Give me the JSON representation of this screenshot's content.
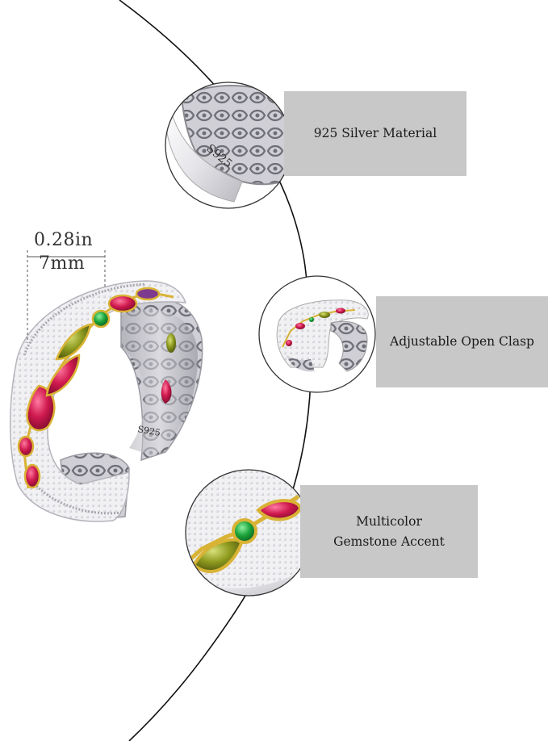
{
  "measurement": {
    "inches": "0.28in",
    "millimeters": "7mm"
  },
  "stamp": {
    "detail_top": "S925",
    "ring_inside": "S925"
  },
  "features": [
    {
      "text": "925 Silver Material"
    },
    {
      "text": "Adjustable Open Clasp"
    },
    {
      "line1": "Multicolor",
      "line2": "Gemstone Accent"
    }
  ],
  "colors": {
    "label_bg": "#c8c8c8",
    "silver": "#e9e9ec",
    "gold": "#d9b335",
    "ruby": "#d01a4f",
    "peridot": "#8e9b1f",
    "emerald": "#1aa33a",
    "curve": "#111111"
  }
}
